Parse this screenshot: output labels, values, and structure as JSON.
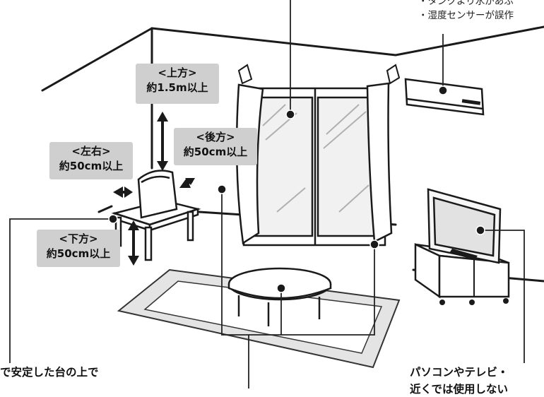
{
  "labels": {
    "above": {
      "dir": "<上方>",
      "dist": "約1.5m以上"
    },
    "back": {
      "dir": "<後方>",
      "dist": "約50cm以上"
    },
    "sides": {
      "dir": "<左右>",
      "dist": "約50cm以上"
    },
    "below": {
      "dir": "<下方>",
      "dist": "約50cm以上"
    }
  },
  "notes": {
    "line1": "・タンクより水があふ",
    "line2": "・湿度センサーが誤作"
  },
  "captions": {
    "stand": "で安定した台の上で",
    "tv": "パソコンやテレビ・",
    "tv_line2": "近くでは使用しない"
  },
  "colors": {
    "label_bg": "#cfcfcf",
    "line": "#1a1a1a",
    "rug": "#e4e4e4"
  }
}
